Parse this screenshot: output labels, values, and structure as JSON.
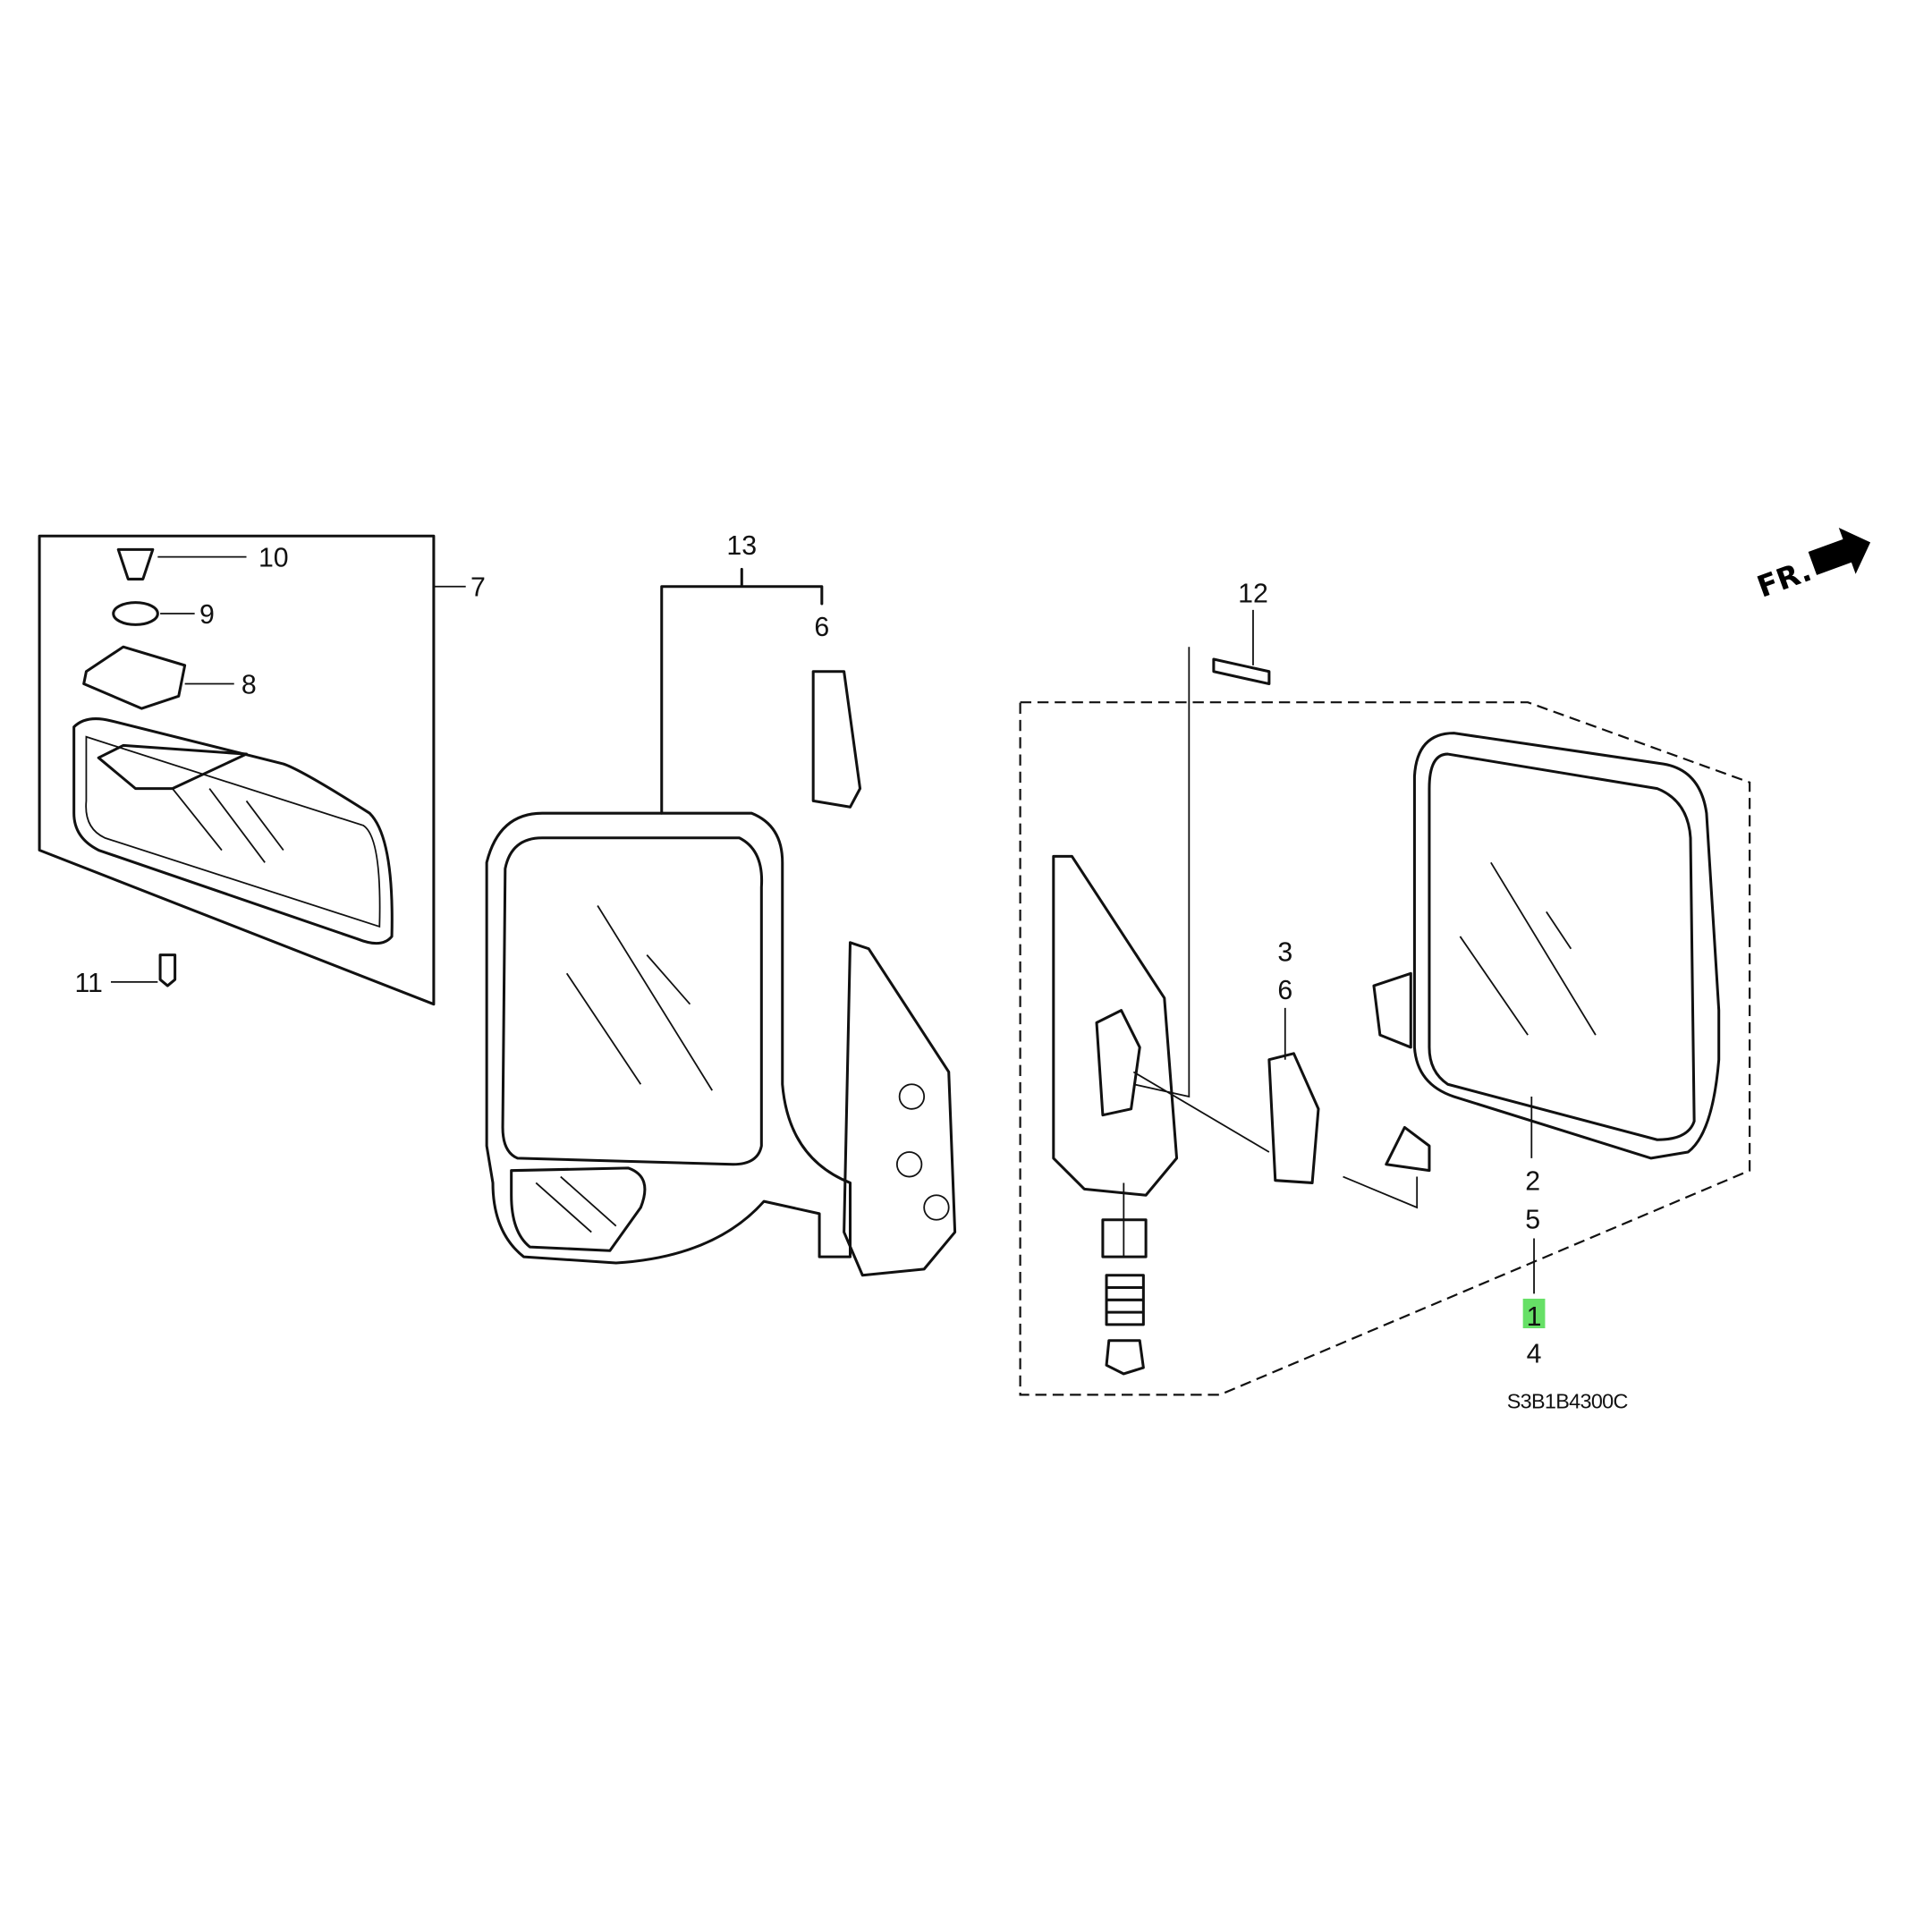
{
  "diagram": {
    "callouts": {
      "c10": "10",
      "c9": "9",
      "c8": "8",
      "c7": "7",
      "c11": "11",
      "c13": "13",
      "c6a": "6",
      "c12": "12",
      "c3": "3",
      "c6b": "6",
      "c2": "2",
      "c5": "5",
      "c1": "1",
      "c4": "4"
    },
    "highlighted_callout": "1",
    "highlight_color": "#66e066",
    "direction_label": "FR.",
    "diagram_code": "S3B1B4300C"
  }
}
